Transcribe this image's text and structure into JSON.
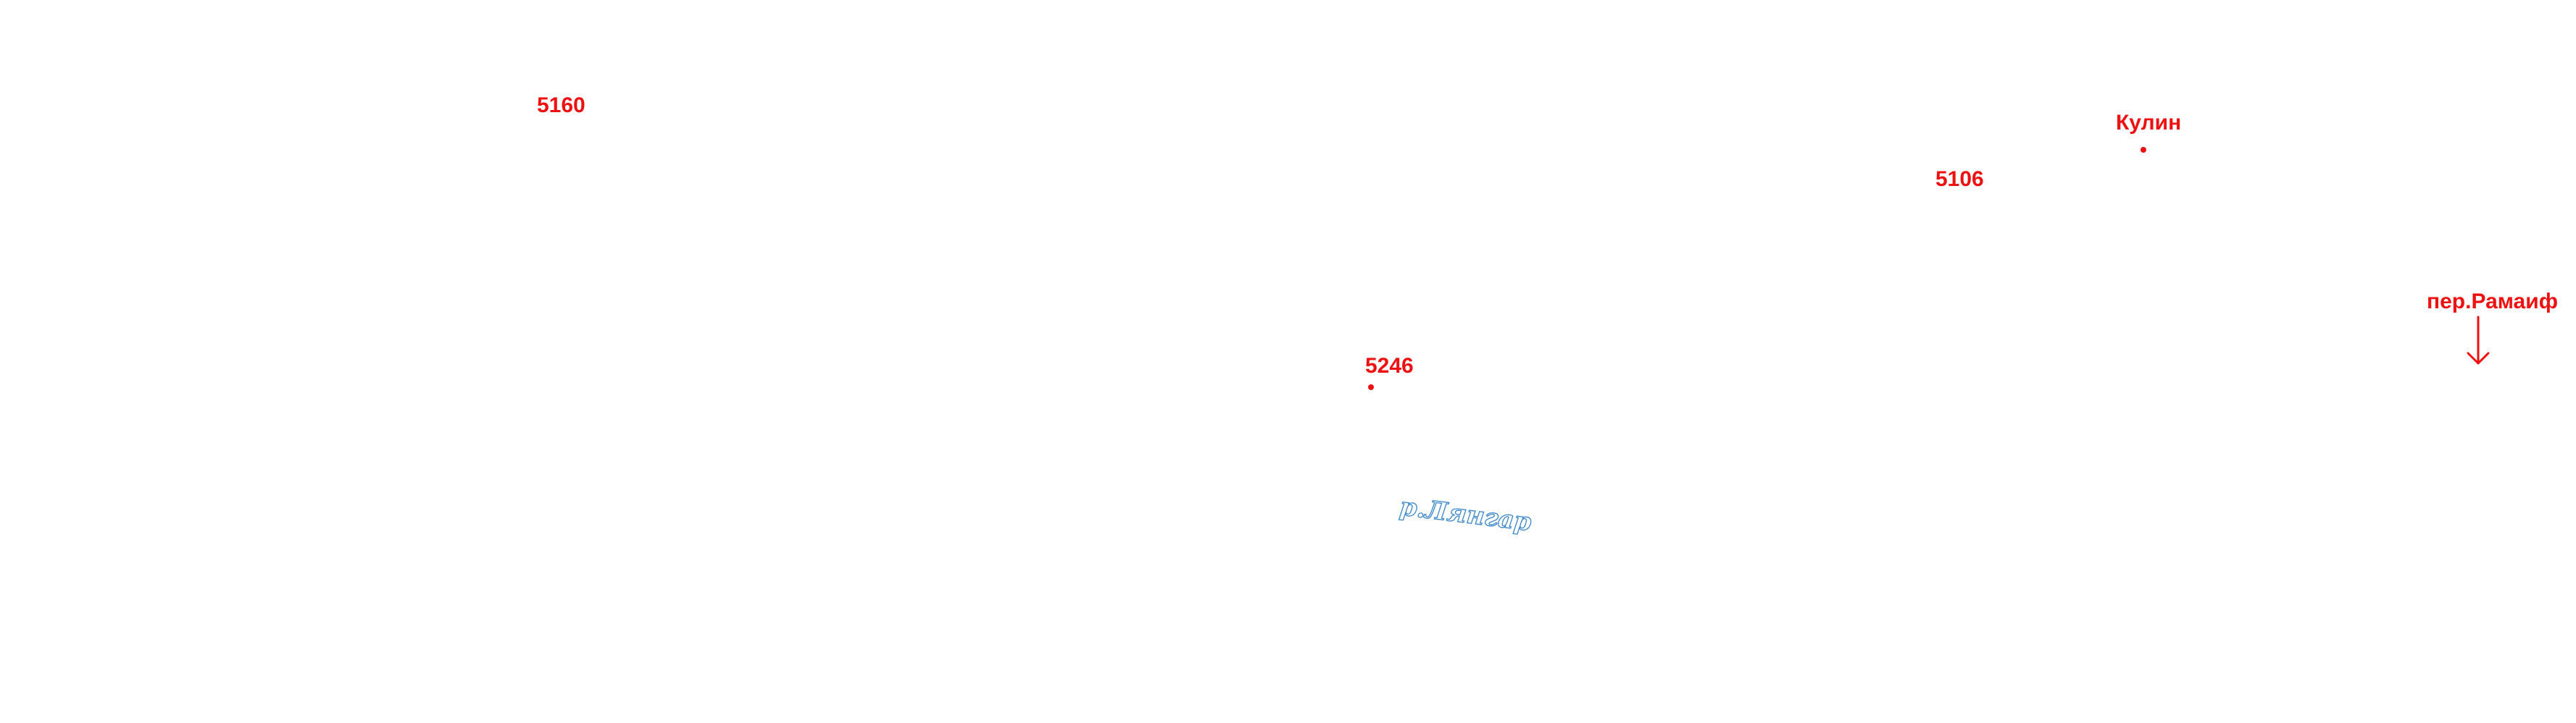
{
  "map": {
    "colors": {
      "label": "#ee1111",
      "river": "#3a86c8",
      "background": "#ffffff"
    },
    "peaks": [
      {
        "label": "5160"
      },
      {
        "label": "5106"
      },
      {
        "label": "5246"
      }
    ],
    "settlements": [
      {
        "label": "Кулин"
      }
    ],
    "passes": [
      {
        "label": "пер.Рамаиф",
        "icon": "arrow-down-icon"
      }
    ],
    "rivers": [
      {
        "label": "р.Лянгар"
      }
    ]
  }
}
